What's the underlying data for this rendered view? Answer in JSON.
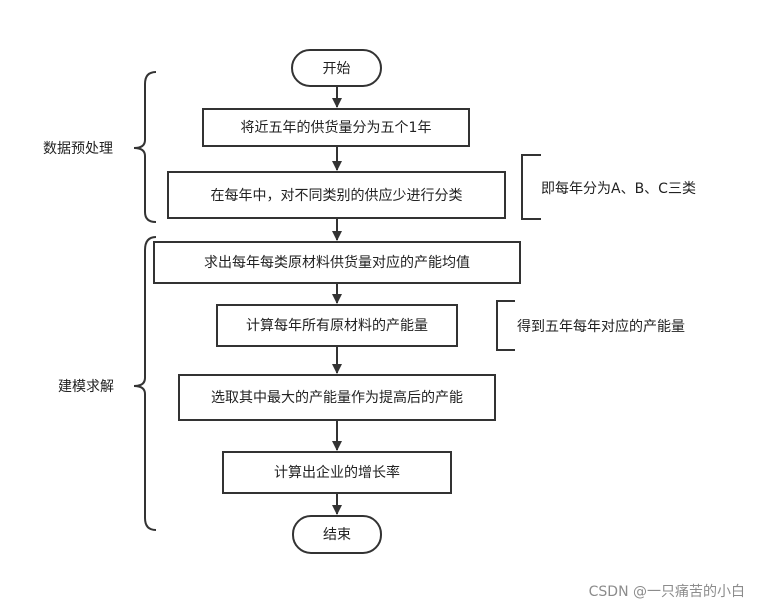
{
  "flow": {
    "start": "开始",
    "steps": [
      "将近五年的供货量分为五个1年",
      "在每年中，对不同类别的供应少进行分类",
      "求出每年每类原材料供货量对应的产能均值",
      "计算每年所有原材料的产能量",
      "选取其中最大的产能量作为提高后的产能",
      "计算出企业的增长率"
    ],
    "end": "结束"
  },
  "groups": [
    {
      "label": "数据预处理"
    },
    {
      "label": "建模求解"
    }
  ],
  "notes": [
    "即每年分为A、B、C三类",
    "得到五年每年对应的产能量"
  ],
  "watermark": "CSDN @一只痛苦的小白"
}
